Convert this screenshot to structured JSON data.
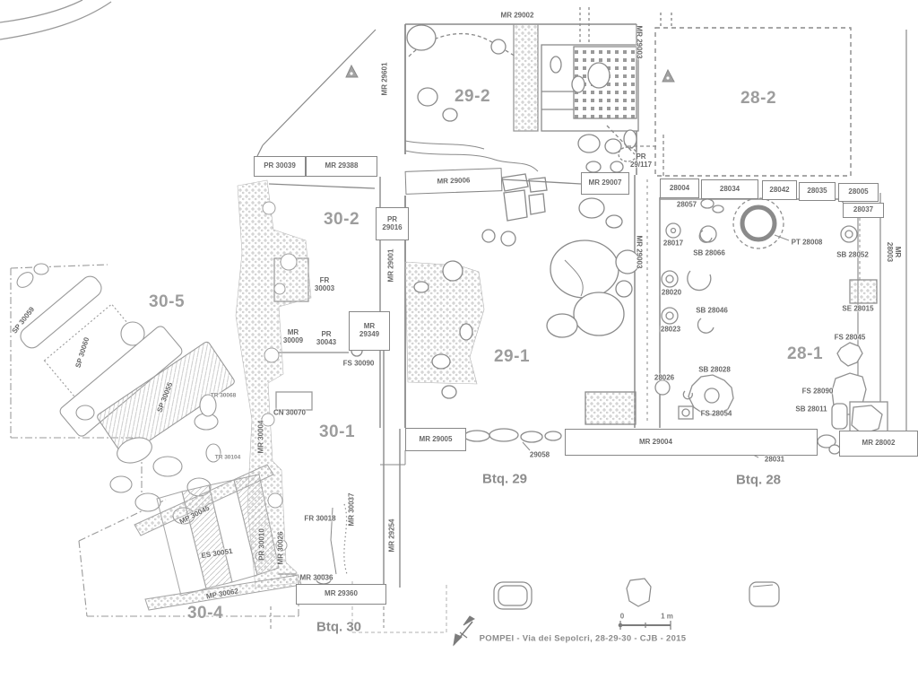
{
  "caption": "POMPEI - Via dei Sepolcri, 28-29-30 - CJB - 2015",
  "scale_bar": {
    "zero": "0",
    "end": "1 m"
  },
  "area_labels": {
    "a29_2": "29-2",
    "a28_2": "28-2",
    "a30_2": "30-2",
    "a30_5": "30-5",
    "a29_1": "29-1",
    "a28_1": "28-1",
    "a30_1": "30-1",
    "a30_4": "30-4"
  },
  "block_labels": {
    "btq29": "Btq. 29",
    "btq28": "Btq. 28",
    "btq30": "Btq. 30"
  },
  "feature_labels": {
    "mr29002": "MR 29002",
    "mr29601": "MR 29601",
    "mr29003_top": "MR 29003",
    "mr29003_mid": "MR 29003",
    "mr28003": "MR 28003",
    "pr29_117": "PR\n29/117",
    "pr30039": "PR 30039",
    "mr29388": "MR 29388",
    "mr29006": "MR 29006",
    "mr29007": "MR 29007",
    "pr29016": "PR\n29016",
    "b28004": "28004",
    "b28034": "28034",
    "b28042": "28042",
    "b28035": "28035",
    "b28005": "28005",
    "b28037": "28037",
    "b28057": "28057",
    "b28017": "28017",
    "sb28066": "SB 28066",
    "pt28008": "PT 28008",
    "sb28052": "SB 28052",
    "b28020": "28020",
    "se28015": "SE 28015",
    "sb28046": "SB 28046",
    "b28023": "28023",
    "fs28045": "FS 28045",
    "b28026": "28026",
    "sb28028": "SB 28028",
    "fs28054": "FS 28054",
    "fs28090": "FS 28090",
    "sb28011": "SB 28011",
    "fr30003": "FR\n30003",
    "mr29001": "MR 29001",
    "mr30009": "MR\n30009",
    "pr30043": "PR\n30043",
    "mr29349": "MR\n29349",
    "fs30090": "FS 30090",
    "cn30070": "CN 30070",
    "tr30068": "TR 30068",
    "tr30104": "TR 30104",
    "mr29005": "MR 29005",
    "mr29004": "MR 29004",
    "mr28002": "MR 28002",
    "n29058": "29058",
    "n28031": "28031",
    "mr30004": "MR 30004",
    "mp30045": "MP 30045",
    "fr30018": "FR 30018",
    "mr30037": "MR 30037",
    "mr29254": "MR 29254",
    "es30051": "ES 30051",
    "pr30010": "PR 30010",
    "mr30026": "MR 30026",
    "sp30060": "SP 30060",
    "sp30055": "SP 30055",
    "sp30059": "SP 30059",
    "mp30062": "MP 30062",
    "mr30036": "MR 30036",
    "mr29360": "MR 29360"
  }
}
